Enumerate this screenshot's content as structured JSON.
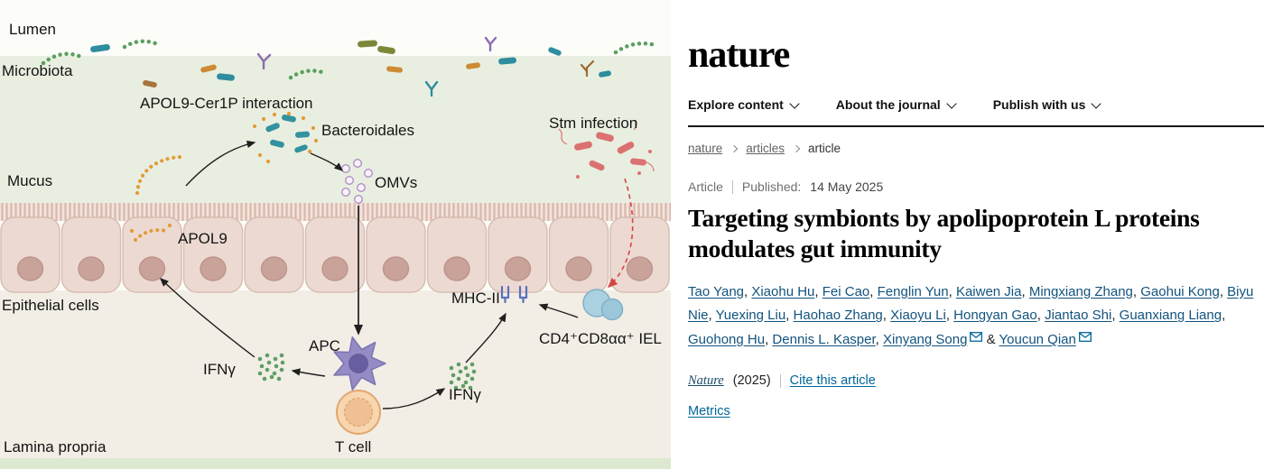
{
  "article": {
    "logo": "nature",
    "nav": {
      "items": [
        {
          "label": "Explore content"
        },
        {
          "label": "About the journal"
        },
        {
          "label": "Publish with us"
        }
      ]
    },
    "breadcrumb": {
      "items": [
        "nature",
        "articles",
        "article"
      ]
    },
    "meta": {
      "article_type": "Article",
      "published_label": "Published:",
      "published_date": "14 May 2025"
    },
    "title": "Targeting symbionts by apolipoprotein L proteins modulates gut immunity",
    "authors": [
      {
        "name": "Tao Yang",
        "email": false
      },
      {
        "name": "Xiaohu Hu",
        "email": false
      },
      {
        "name": "Fei Cao",
        "email": false
      },
      {
        "name": "Fenglin Yun",
        "email": false
      },
      {
        "name": "Kaiwen Jia",
        "email": false
      },
      {
        "name": "Mingxiang Zhang",
        "email": false
      },
      {
        "name": "Gaohui Kong",
        "email": false
      },
      {
        "name": "Biyu Nie",
        "email": false
      },
      {
        "name": "Yuexing Liu",
        "email": false
      },
      {
        "name": "Haohao Zhang",
        "email": false
      },
      {
        "name": "Xiaoyu Li",
        "email": false
      },
      {
        "name": "Hongyan Gao",
        "email": false
      },
      {
        "name": "Jiantao Shi",
        "email": false
      },
      {
        "name": "Guanxiang Liang",
        "email": false
      },
      {
        "name": "Guohong Hu",
        "email": false
      },
      {
        "name": "Dennis L. Kasper",
        "email": false
      },
      {
        "name": "Xinyang Song",
        "email": true
      },
      {
        "name": "Youcun Qian",
        "email": true
      }
    ],
    "citation": {
      "journal": "Nature",
      "year_text": "(2025)",
      "cite_label": "Cite this article"
    },
    "metrics_label": "Metrics",
    "colors": {
      "link_teal": "#016699",
      "author_link": "#12537e",
      "rule": "#1a1a1a",
      "muted_text": "#6f6f6f"
    }
  },
  "diagram": {
    "labels": {
      "lumen": "Lumen",
      "microbiota": "Microbiota",
      "interaction": "APOL9-Cer1P interaction",
      "bacteroidales": "Bacteroidales",
      "stm": "Stm infection",
      "mucus": "Mucus",
      "omvs": "OMVs",
      "apol9": "APOL9",
      "epithelial": "Epithelial cells",
      "mhc": "MHC-II",
      "iel": "CD4⁺CD8αα⁺ IEL",
      "apc": "APC",
      "ifng_left": "IFNγ",
      "ifng_right": "IFNγ",
      "tcell": "T cell",
      "lamina": "Lamina propria"
    },
    "colors": {
      "lumen_bg": "#e9efe0",
      "lamina_bg": "#f2eee5",
      "cell_fill": "#ecdad2",
      "cell_stroke": "#d6bcb1",
      "nucleus": "#c9a399",
      "bacteria_teal": "#2e8d9e",
      "apol9_orange": "#e29a39",
      "omv_purple": "#b18fc9",
      "stm_red": "#db7272",
      "ifng_green": "#5f9e68",
      "apc_purple": "#958cc6",
      "tcell_orange": "#f7d6b0",
      "iel_blue": "#abd0e0",
      "arrow": "#1f1f1f",
      "stm_arrow": "#d64545"
    }
  }
}
